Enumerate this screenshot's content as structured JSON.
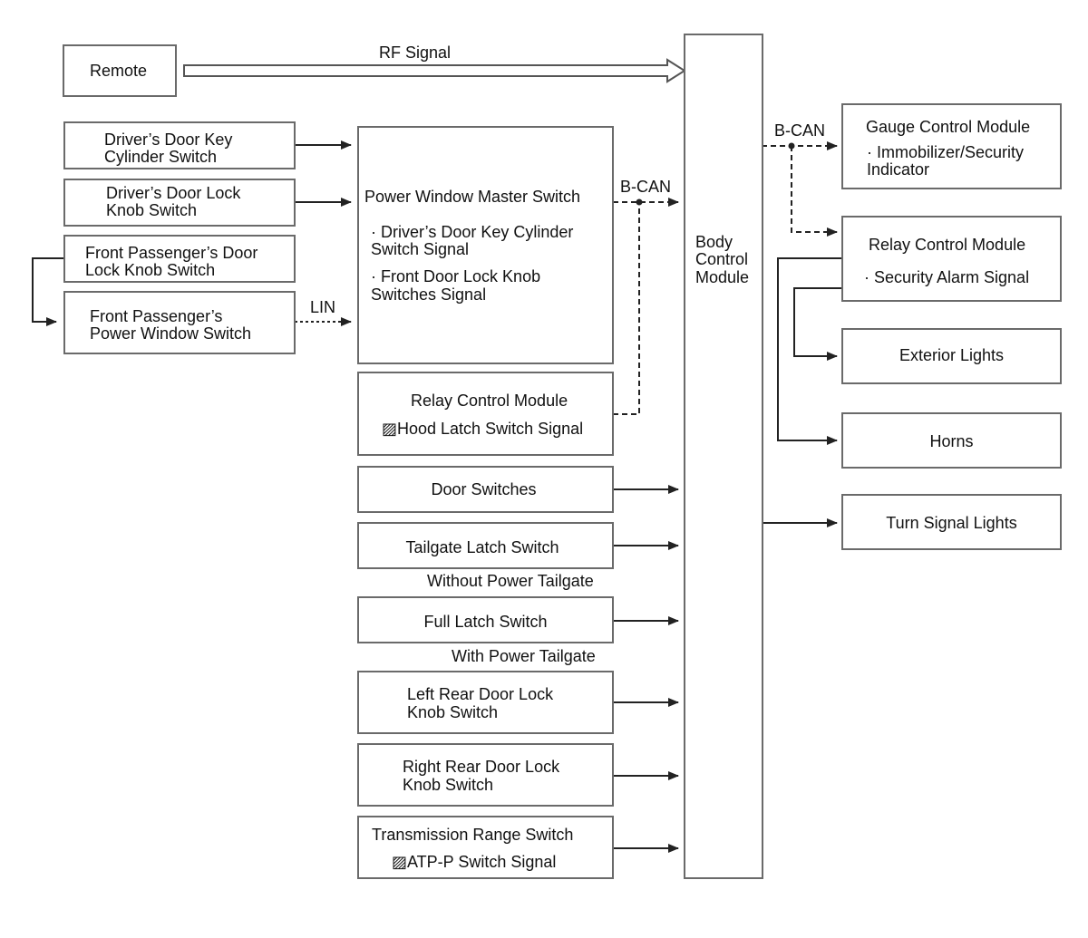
{
  "diagram": {
    "remote": "Remote",
    "rf_signal": "RF Signal",
    "drivers_door_key_cylinder_switch": [
      "Driver’s Door Key",
      "Cylinder Switch"
    ],
    "drivers_door_lock_knob_switch": [
      "Driver’s Door Lock",
      "Knob Switch"
    ],
    "front_passengers_door_lock_knob_switch": [
      "Front Passenger’s Door",
      "Lock Knob Switch"
    ],
    "front_passengers_power_window_switch": [
      "Front Passenger’s",
      "Power Window Switch"
    ],
    "lin": "LIN",
    "power_window_master_switch": {
      "title": "Power Window Master Switch",
      "item1": [
        "· Driver’s Door Key Cylinder",
        "Switch Signal"
      ],
      "item2": [
        "· Front Door Lock Knob",
        "Switches Signal"
      ]
    },
    "b_can_left": "B-CAN",
    "relay_control_module_left": {
      "title": "Relay Control Module",
      "signal": "▨Hood Latch Switch Signal"
    },
    "door_switches": "Door Switches",
    "tailgate_latch_switch": "Tailgate Latch Switch",
    "without_power_tailgate": "Without Power Tailgate",
    "full_latch_switch": "Full Latch Switch",
    "with_power_tailgate": "With Power Tailgate",
    "left_rear_door_lock_knob_switch": [
      "Left Rear Door Lock",
      "Knob Switch"
    ],
    "right_rear_door_lock_knob_switch": [
      "Right Rear Door Lock",
      "Knob Switch"
    ],
    "transmission_range_switch": {
      "title": "Transmission Range Switch",
      "signal": "▨ATP-P Switch Signal"
    },
    "body_control_module": [
      "Body",
      "Control",
      "Module"
    ],
    "b_can_right": "B-CAN",
    "gauge_control_module": {
      "title": "Gauge Control Module",
      "item": [
        "· Immobilizer/Security",
        "Indicator"
      ]
    },
    "relay_control_module_right": {
      "title": "Relay Control Module",
      "item": "· Security Alarm Signal"
    },
    "exterior_lights": "Exterior Lights",
    "horns": "Horns",
    "turn_signal_lights": "Turn Signal Lights"
  }
}
